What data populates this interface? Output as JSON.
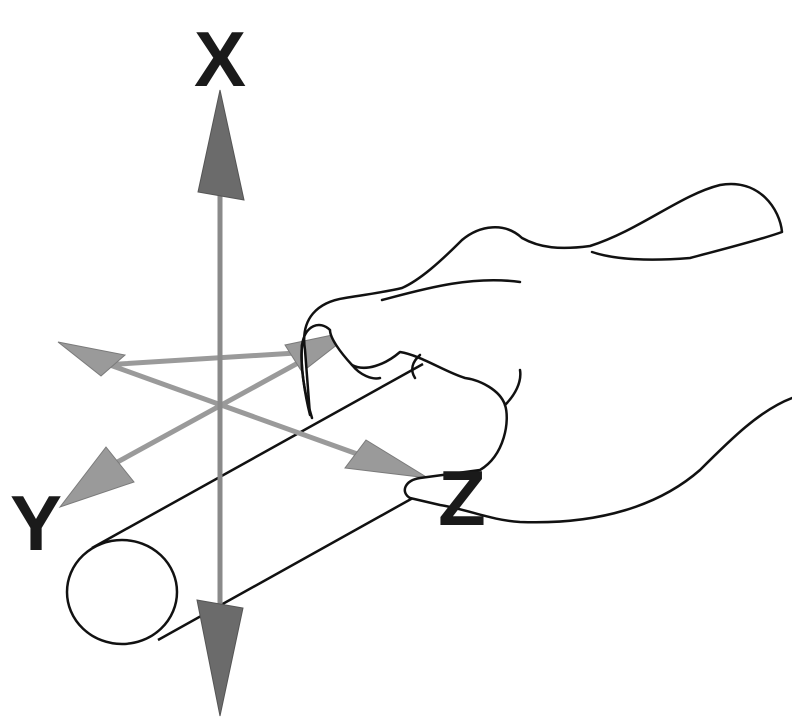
{
  "labels": {
    "x_axis": "X",
    "y_axis": "Y",
    "z_axis": "Z"
  },
  "icons": [
    "hand-icon",
    "rod-icon"
  ],
  "colors": {
    "background": "#ffffff",
    "outline": "#111111",
    "vertical_arrow": "#6b6b6b",
    "horizontal_arrows": "#9a9a9a",
    "label": "#1a1a1a"
  }
}
